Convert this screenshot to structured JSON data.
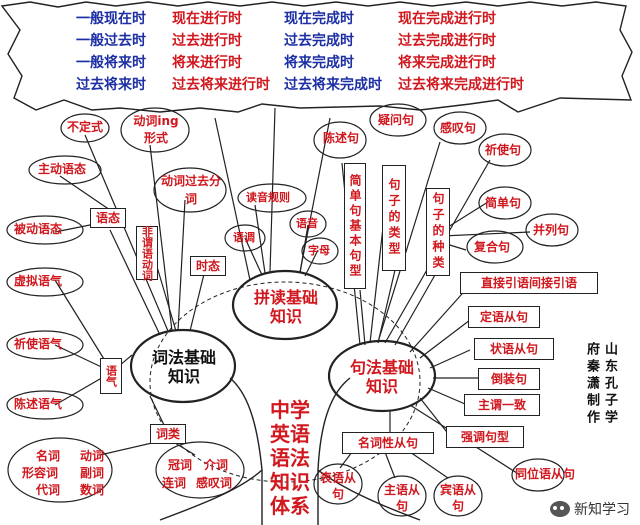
{
  "tenses": {
    "col1": [
      "一般现在时",
      "一般过去时",
      "一般将来时",
      "过去将来时"
    ],
    "col2": [
      "现在进行时",
      "过去进行时",
      "将来进行时",
      "过去将来进行时"
    ],
    "col3": [
      "现在完成时",
      "过去完成时",
      "将来完成时",
      "过去将来完成时"
    ],
    "col4": [
      "现在完成进行时",
      "过去完成进行时",
      "将来完成进行时",
      "过去将来完成进行时"
    ]
  },
  "center": "中学英语语法知识体系",
  "nodes": {
    "morphology": "词法基础知识",
    "phonics": "拼读基础知识",
    "syntax": "句法基础知识"
  },
  "morph_items": {
    "infinitive": "不定式",
    "gerund": "动词ing形式",
    "participle": "动词过去分词",
    "active": "主动语态",
    "passive": "被动语态",
    "voice": "语态",
    "nonfinite": "非谓语动词",
    "tense": "时态",
    "mood": "语气",
    "subjunctive": "虚拟语气",
    "imperative": "祈使语气",
    "indicative": "陈述语气",
    "pos": "词类",
    "pos_group1": [
      "名词",
      "动词",
      "形容词",
      "副词",
      "代词",
      "数词"
    ],
    "pos_group2": [
      "冠词",
      "介词",
      "连词",
      "感叹词"
    ]
  },
  "phon_items": {
    "rules": "读音规则",
    "intonation": "语调",
    "phoneme": "语音",
    "letter": "字母"
  },
  "syn_items": {
    "declarative": "陈述句",
    "interrogative": "疑问句",
    "exclamatory": "感叹句",
    "imperative_s": "祈使句",
    "basic_patterns": "简单句基本句型",
    "sentence_types": "句子的类型",
    "sentence_kinds": "句子的种类",
    "simple": "简单句",
    "compound": "并列句",
    "complex": "复合句",
    "speech": "直接引语间接引语",
    "attributive": "定语从句",
    "adverbial": "状语从句",
    "inversion": "倒装句",
    "agreement": "主谓一致",
    "emphasis": "强调句型",
    "noun_clause": "名词性从句",
    "predicative": "表语从句",
    "subject": "主语从句",
    "object": "宾语从句",
    "appositive": "同位语从句"
  },
  "credit": "山东孔子学府秦潇制作",
  "watermark": "新知学习",
  "colors": {
    "red": "#d0181e",
    "blue": "#1c2fa4",
    "black": "#111111"
  }
}
